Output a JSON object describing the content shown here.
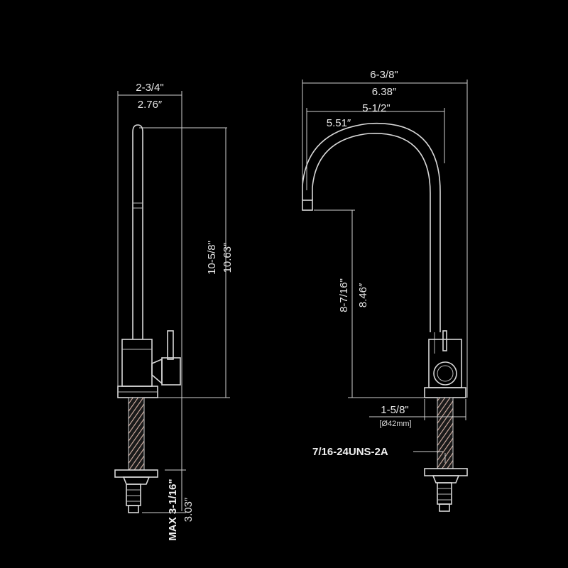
{
  "left_view": {
    "width_frac": "2-3/4\"",
    "width_dec": "2.76″",
    "height_frac": "10-5/8\"",
    "height_dec": "10.63″",
    "max_frac": "MAX 3-1/16\"",
    "max_dec": "3.03″"
  },
  "right_view": {
    "reach_total_frac": "6-3/8\"",
    "reach_total_dec": "6.38″",
    "reach_frac": "5-1/2\"",
    "reach_dec": "5.51″",
    "spout_height_frac": "8-7/16\"",
    "spout_height_dec": "8.46″",
    "base_frac": "1-5/8\"",
    "base_mm": "[Ø42mm]",
    "thread": "7/16-24UNS-2A"
  },
  "colors": {
    "background": "#000000",
    "line": "#d8d8d8"
  }
}
